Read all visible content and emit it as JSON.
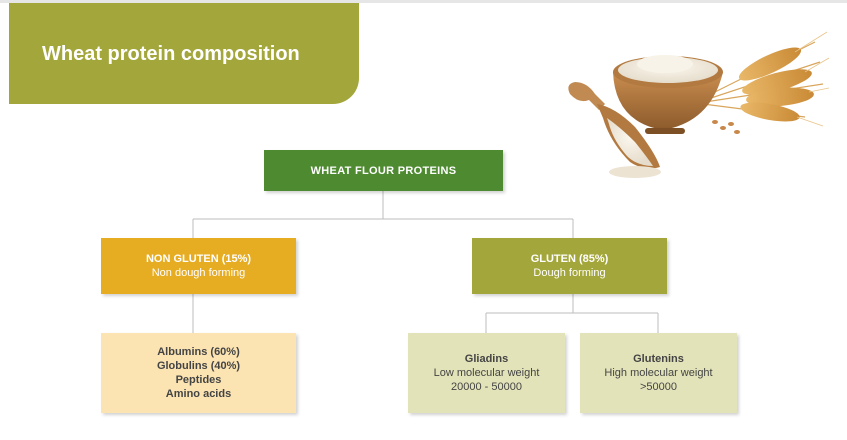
{
  "header": {
    "title": "Wheat protein composition"
  },
  "colors": {
    "banner": "#a3a63a",
    "root": "#4d8a30",
    "non_gluten": "#e6ac22",
    "gluten": "#a3a63a",
    "non_gluten_leaf": "#fbe3b2",
    "gluten_leaf": "#e3e3ba"
  },
  "tree": {
    "root": {
      "label": "WHEAT FLOUR PROTEINS"
    },
    "non_gluten": {
      "label": "NON GLUTEN (15%)",
      "sublabel": "Non dough forming",
      "children": [
        "Albumins (60%)",
        "Globulins (40%)",
        "Peptides",
        "Amino acids"
      ]
    },
    "gluten": {
      "label": "GLUTEN (85%)",
      "sublabel": "Dough forming",
      "gliadins": {
        "name": "Gliadins",
        "line1": "Low molecular weight",
        "line2": "20000 - 50000"
      },
      "glutenins": {
        "name": "Glutenins",
        "line1": "High molecular weight",
        "line2": ">50000"
      }
    }
  },
  "illustration": {
    "icon": "flour-bowl-wheat-icon"
  }
}
